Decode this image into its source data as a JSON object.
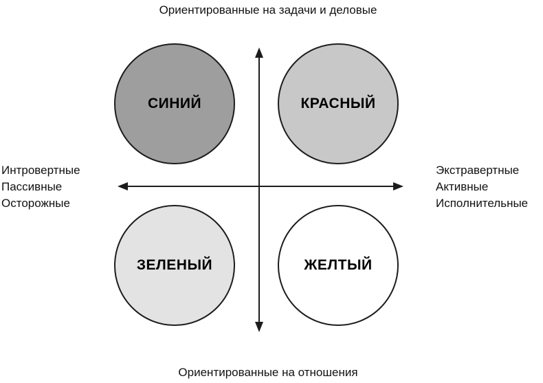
{
  "diagram": {
    "top_label": "Ориентированные на задачи и деловые",
    "bottom_label": "Ориентированные на отношения",
    "left_labels": [
      "Интровертные",
      "Пассивные",
      "Осторожные"
    ],
    "right_labels": [
      "Экстравертные",
      "Активные",
      "Исполнительные"
    ],
    "quadrants": [
      {
        "id": "blue",
        "label": "СИНИЙ",
        "fill": "#9e9e9e"
      },
      {
        "id": "red",
        "label": "КРАСНЫЙ",
        "fill": "#c8c8c8"
      },
      {
        "id": "green",
        "label": "ЗЕЛЕНЫЙ",
        "fill": "#e3e3e3"
      },
      {
        "id": "yellow",
        "label": "ЖЕЛТЫЙ",
        "fill": "#ffffff"
      }
    ],
    "colors": {
      "axis": "#1c1c1c",
      "circle_border": "#1c1c1c"
    }
  }
}
